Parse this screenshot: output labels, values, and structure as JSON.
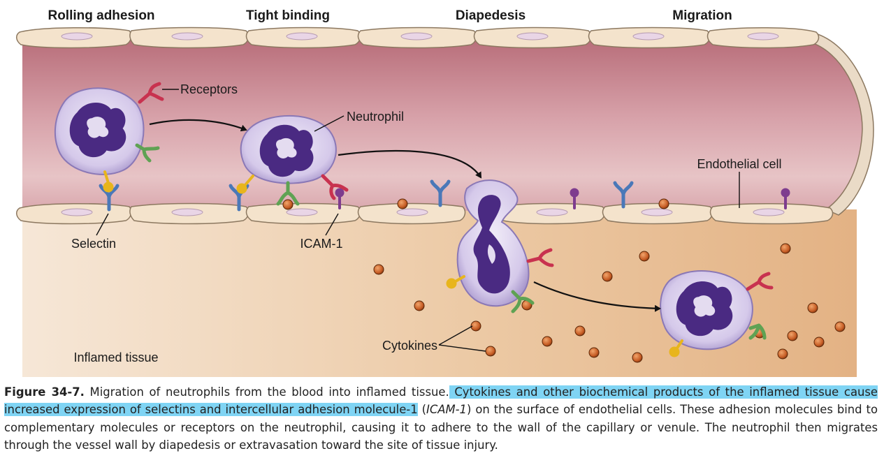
{
  "stages": [
    "Rolling adhesion",
    "Tight binding",
    "Diapedesis",
    "Migration"
  ],
  "labels": {
    "receptors": "Receptors",
    "neutrophil": "Neutrophil",
    "endothelial_cell": "Endothelial cell",
    "selectin": "Selectin",
    "icam1": "ICAM-1",
    "cytokines": "Cytokines",
    "inflamed_tissue": "Inflamed tissue"
  },
  "caption": {
    "figure_label": "Figure 34-7.",
    "text_before": " Migration of neutrophils from the blood into inflamed tissue.",
    "highlighted": " Cytokines and other biochemical products of the inflamed tissue cause increased expression of selectins and intercellular adhesion molecule-1",
    "text_middle_open": " (",
    "abbreviation": "ICAM-1",
    "text_after": ") on the surface of endothelial cells. These adhesion molecules bind to complementary molecules or receptors on the neutrophil, causing it to adhere to the wall of the capillary or venule. The neutrophil then migrates through the vessel wall by diapedesis or extravasation toward the site of tissue injury."
  },
  "colors": {
    "lumen": "#c98892",
    "tissue": "#e9c29c",
    "endothelium": "#f4e3cc",
    "cell_membrane": "#cdbfe3",
    "nucleus": "#4a2a82",
    "selectin_blue": "#4a78b8",
    "ligand_yellow": "#e8b51c",
    "receptor_red": "#c8324f",
    "receptor_green": "#5fa253",
    "icam_purple": "#7e3c8e",
    "cytokine": "#c65c24",
    "highlight": "#7fd4f4"
  }
}
